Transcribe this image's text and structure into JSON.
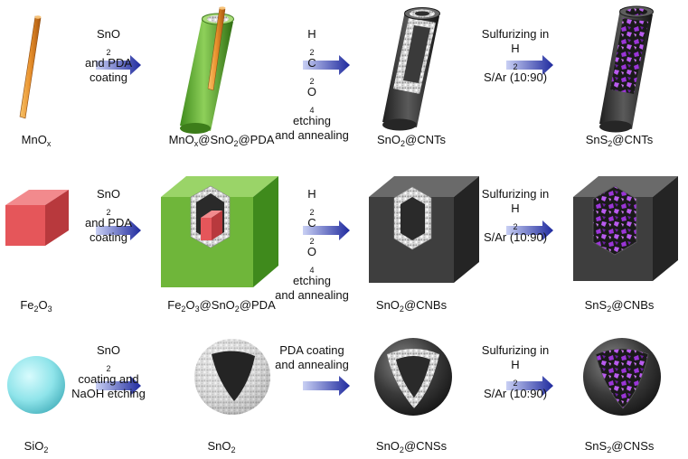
{
  "colors": {
    "arrow_start": "#c9d0f4",
    "arrow_end": "#1f2a9e",
    "mnox_rod": "#e8902c",
    "pda_green": "#6fb63a",
    "carbon_gray": "#3e3e3e",
    "sno2_shell": "#d8d8d8",
    "sns2_purple": "#9b35d8",
    "fe2o3_cube": "#e5565a",
    "sio2_sphere": "#8fe4ea"
  },
  "rows": [
    {
      "labels": [
        {
          "parts": [
            [
              "MnO",
              ""
            ],
            [
              "x",
              "sub"
            ]
          ]
        },
        {
          "parts": [
            [
              "MnO",
              ""
            ],
            [
              "x",
              "sub"
            ],
            [
              "@SnO",
              ""
            ],
            [
              "2",
              "sub"
            ],
            [
              "@PDA",
              ""
            ]
          ]
        },
        {
          "parts": [
            [
              "SnO",
              ""
            ],
            [
              "2",
              "sub"
            ],
            [
              "@CNTs",
              ""
            ]
          ]
        },
        {
          "parts": [
            [
              "SnS",
              ""
            ],
            [
              "2",
              "sub"
            ],
            [
              "@CNTs",
              ""
            ]
          ]
        }
      ],
      "steps": [
        {
          "lines": [
            [
              [
                "SnO",
                ""
              ],
              [
                "2",
                "sub"
              ],
              [
                " and PDA",
                ""
              ]
            ],
            [
              [
                "coating",
                ""
              ]
            ]
          ]
        },
        {
          "lines": [
            [
              [
                "H",
                ""
              ],
              [
                "2",
                "sub"
              ],
              [
                "C",
                ""
              ],
              [
                "2",
                "sub"
              ],
              [
                "O",
                ""
              ],
              [
                "4",
                "sub"
              ],
              [
                " etching",
                ""
              ]
            ],
            [
              [
                "and annealing",
                ""
              ]
            ]
          ]
        },
        {
          "lines": [
            [
              [
                "Sulfurizing in",
                ""
              ]
            ],
            [
              [
                "H",
                ""
              ],
              [
                "2",
                "sub"
              ],
              [
                "S/Ar (10:90)",
                ""
              ]
            ]
          ]
        }
      ]
    },
    {
      "labels": [
        {
          "parts": [
            [
              "Fe",
              ""
            ],
            [
              "2",
              "sub"
            ],
            [
              "O",
              ""
            ],
            [
              "3",
              "sub"
            ]
          ]
        },
        {
          "parts": [
            [
              "Fe",
              ""
            ],
            [
              "2",
              "sub"
            ],
            [
              "O",
              ""
            ],
            [
              "3",
              "sub"
            ],
            [
              "@SnO",
              ""
            ],
            [
              "2",
              "sub"
            ],
            [
              "@PDA",
              ""
            ]
          ]
        },
        {
          "parts": [
            [
              "SnO",
              ""
            ],
            [
              "2",
              "sub"
            ],
            [
              "@CNBs",
              ""
            ]
          ]
        },
        {
          "parts": [
            [
              "SnS",
              ""
            ],
            [
              "2",
              "sub"
            ],
            [
              "@CNBs",
              ""
            ]
          ]
        }
      ],
      "steps": [
        {
          "lines": [
            [
              [
                "SnO",
                ""
              ],
              [
                "2",
                "sub"
              ],
              [
                " and PDA",
                ""
              ]
            ],
            [
              [
                "coating",
                ""
              ]
            ]
          ]
        },
        {
          "lines": [
            [
              [
                "H",
                ""
              ],
              [
                "2",
                "sub"
              ],
              [
                "C",
                ""
              ],
              [
                "2",
                "sub"
              ],
              [
                "O",
                ""
              ],
              [
                "4",
                "sub"
              ],
              [
                " etching",
                ""
              ]
            ],
            [
              [
                "and annealing",
                ""
              ]
            ]
          ]
        },
        {
          "lines": [
            [
              [
                "Sulfurizing in",
                ""
              ]
            ],
            [
              [
                "H",
                ""
              ],
              [
                "2",
                "sub"
              ],
              [
                "S/Ar (10:90)",
                ""
              ]
            ]
          ]
        }
      ]
    },
    {
      "labels": [
        {
          "parts": [
            [
              "SiO",
              ""
            ],
            [
              "2",
              "sub"
            ]
          ]
        },
        {
          "parts": [
            [
              "SnO",
              ""
            ],
            [
              "2",
              "sub"
            ]
          ]
        },
        {
          "parts": [
            [
              "SnO",
              ""
            ],
            [
              "2",
              "sub"
            ],
            [
              "@CNSs",
              ""
            ]
          ]
        },
        {
          "parts": [
            [
              "SnS",
              ""
            ],
            [
              "2",
              "sub"
            ],
            [
              "@CNSs",
              ""
            ]
          ]
        }
      ],
      "steps": [
        {
          "lines": [
            [
              [
                "SnO",
                ""
              ],
              [
                "2",
                "sub"
              ],
              [
                " coating and",
                ""
              ]
            ],
            [
              [
                "NaOH etching",
                ""
              ]
            ]
          ]
        },
        {
          "lines": [
            [
              [
                "PDA coating",
                ""
              ]
            ],
            [
              [
                "and annealing",
                ""
              ]
            ]
          ]
        },
        {
          "lines": [
            [
              [
                "Sulfurizing in",
                ""
              ]
            ],
            [
              [
                "H",
                ""
              ],
              [
                "2",
                "sub"
              ],
              [
                "S/Ar (10:90)",
                ""
              ]
            ]
          ]
        }
      ]
    }
  ]
}
